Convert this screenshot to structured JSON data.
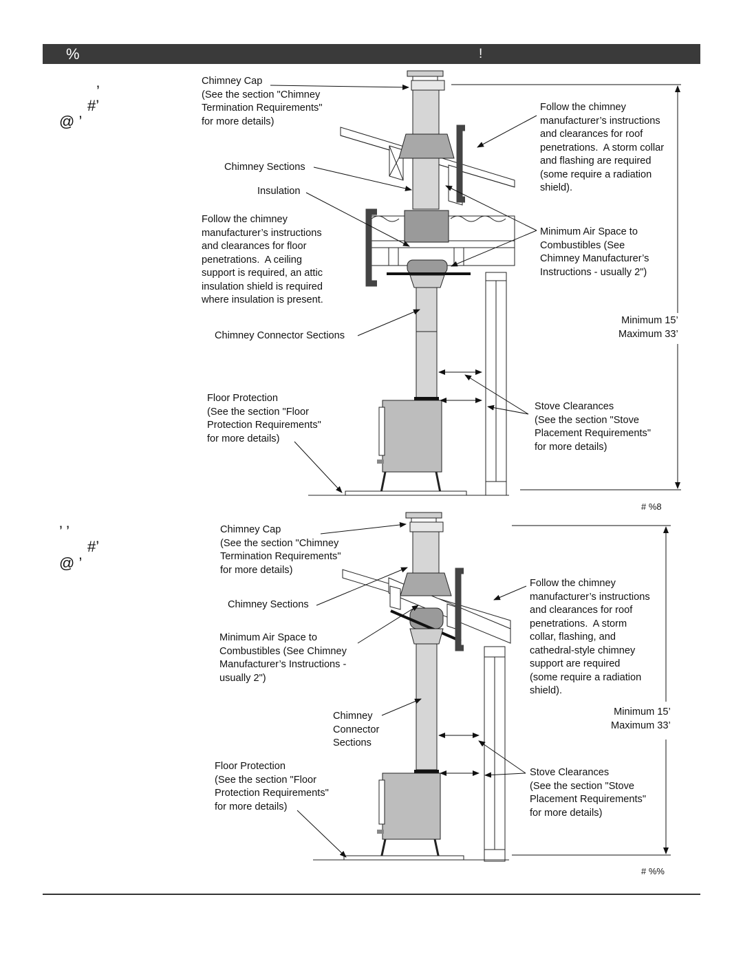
{
  "header": {
    "left_glyph": "%",
    "right_glyph": "!"
  },
  "left_glyphs": {
    "top": [
      "’",
      "#’",
      "@ ’"
    ],
    "bottom": [
      "’ ’",
      "#’",
      "@ ’"
    ]
  },
  "figure1": {
    "chimney_cap": "Chimney Cap\n(See the section \"Chimney\nTermination Requirements\"\nfor more details)",
    "chimney_sections": "Chimney Sections",
    "insulation": "Insulation",
    "floor_penetration": "Follow the chimney\nmanufacturer’s instructions\nand clearances for floor\npenetrations.  A ceiling\nsupport is required, an attic\ninsulation shield is required\nwhere insulation is present.",
    "connector_sections": "Chimney Connector Sections",
    "floor_protection": "Floor Protection\n(See the section \"Floor\nProtection Requirements\"\nfor more details)",
    "roof_penetration": "Follow the chimney\nmanufacturer’s instructions\nand clearances for roof\npenetrations.  A storm collar\nand flashing are required\n(some require a radiation\nshield).",
    "air_space": "Minimum Air Space to\nCombustibles (See\nChimney Manufacturer’s\nInstructions - usually 2\")",
    "height": "Minimum 15’\nMaximum 33’",
    "stove_clearances": "Stove Clearances\n(See the section \"Stove\nPlacement Requirements\"\nfor more details)",
    "fig_number": "#   %8"
  },
  "figure2": {
    "chimney_cap": "Chimney Cap\n(See the section \"Chimney\nTermination Requirements\"\nfor more details)",
    "chimney_sections": "Chimney Sections",
    "air_space": "Minimum Air Space to\nCombustibles (See Chimney\nManufacturer’s Instructions -\nusually 2\")",
    "connector_sections": "Chimney\nConnector\nSections",
    "floor_protection": "Floor Protection\n(See the section \"Floor\nProtection Requirements\"\nfor more details)",
    "roof_penetration": "Follow the chimney\nmanufacturer’s instructions\nand clearances for roof\npenetrations.  A storm\ncollar, flashing, and\ncathedral-style chimney\nsupport are required\n(some require a radiation\nshield).",
    "height": "Minimum 15’\nMaximum 33’",
    "stove_clearances": "Stove Clearances\n(See the section \"Stove\nPlacement Requirements\"\nfor more details)",
    "fig_number": "#   %%"
  },
  "colors": {
    "header_bg": "#3a3a3a",
    "pipe_fill": "#d6d6d6",
    "stove_fill": "#bdbdbd",
    "dark_fill": "#8a8a8a"
  }
}
